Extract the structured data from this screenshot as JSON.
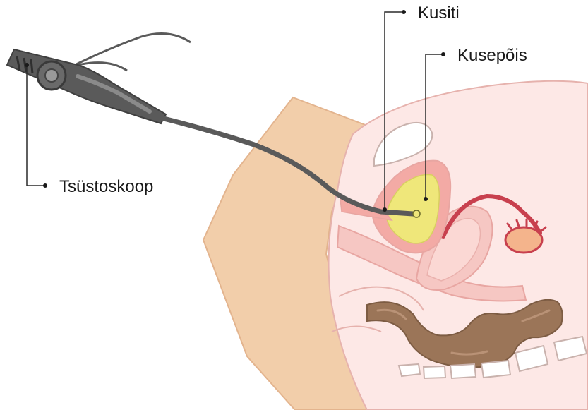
{
  "labels": {
    "urethra": "Kusiti",
    "bladder": "Kusepõis",
    "cystoscope": "Tsüstoskoop"
  },
  "colors": {
    "skin": "#f2ceaa",
    "skin_shadow": "#e3b48e",
    "tissue_light": "#fde8e6",
    "tissue_mid": "#f6c7c3",
    "tissue_edge": "#e8a6a2",
    "bladder_wall": "#f3aaa5",
    "bladder_inner": "#efe77a",
    "uterus_red": "#c8404e",
    "ovary": "#f4b48c",
    "bowel": "#9b7558",
    "bowel_light": "#b99276",
    "instrument": "#5a5a5a",
    "instrument_light": "#7c7c7c",
    "leader_line": "#2a2a2a"
  }
}
